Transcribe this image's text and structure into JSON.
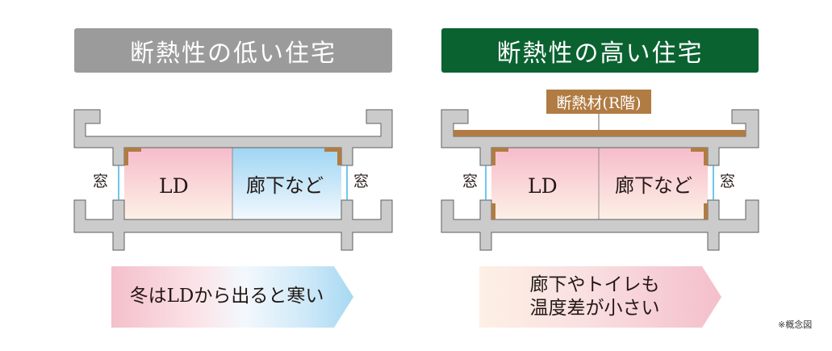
{
  "titles": {
    "low": "断熱性の低い住宅",
    "high": "断熱性の高い住宅"
  },
  "left_diagram": {
    "window_left": "窓",
    "window_right": "窓",
    "room_ld": "LD",
    "room_hall": "廊下など"
  },
  "right_diagram": {
    "insulation_tag": "断熱材(R階)",
    "window_left": "窓",
    "window_right": "窓",
    "room_ld": "LD",
    "room_hall": "廊下など"
  },
  "arrows": {
    "low": "冬はLDから出ると寒い",
    "high_line1": "廊下やトイレも",
    "high_line2": "温度差が小さい"
  },
  "note": "※概念図",
  "colors": {
    "low_title_bg": "#9b9b9b",
    "high_title_bg": "#0b6231",
    "wall": "#cbcbcb",
    "insulation": "#b07c43",
    "warm_pink": "#f4bfcb",
    "cold_blue": "#a7d9f2",
    "window_line": "#3cb4e6"
  }
}
